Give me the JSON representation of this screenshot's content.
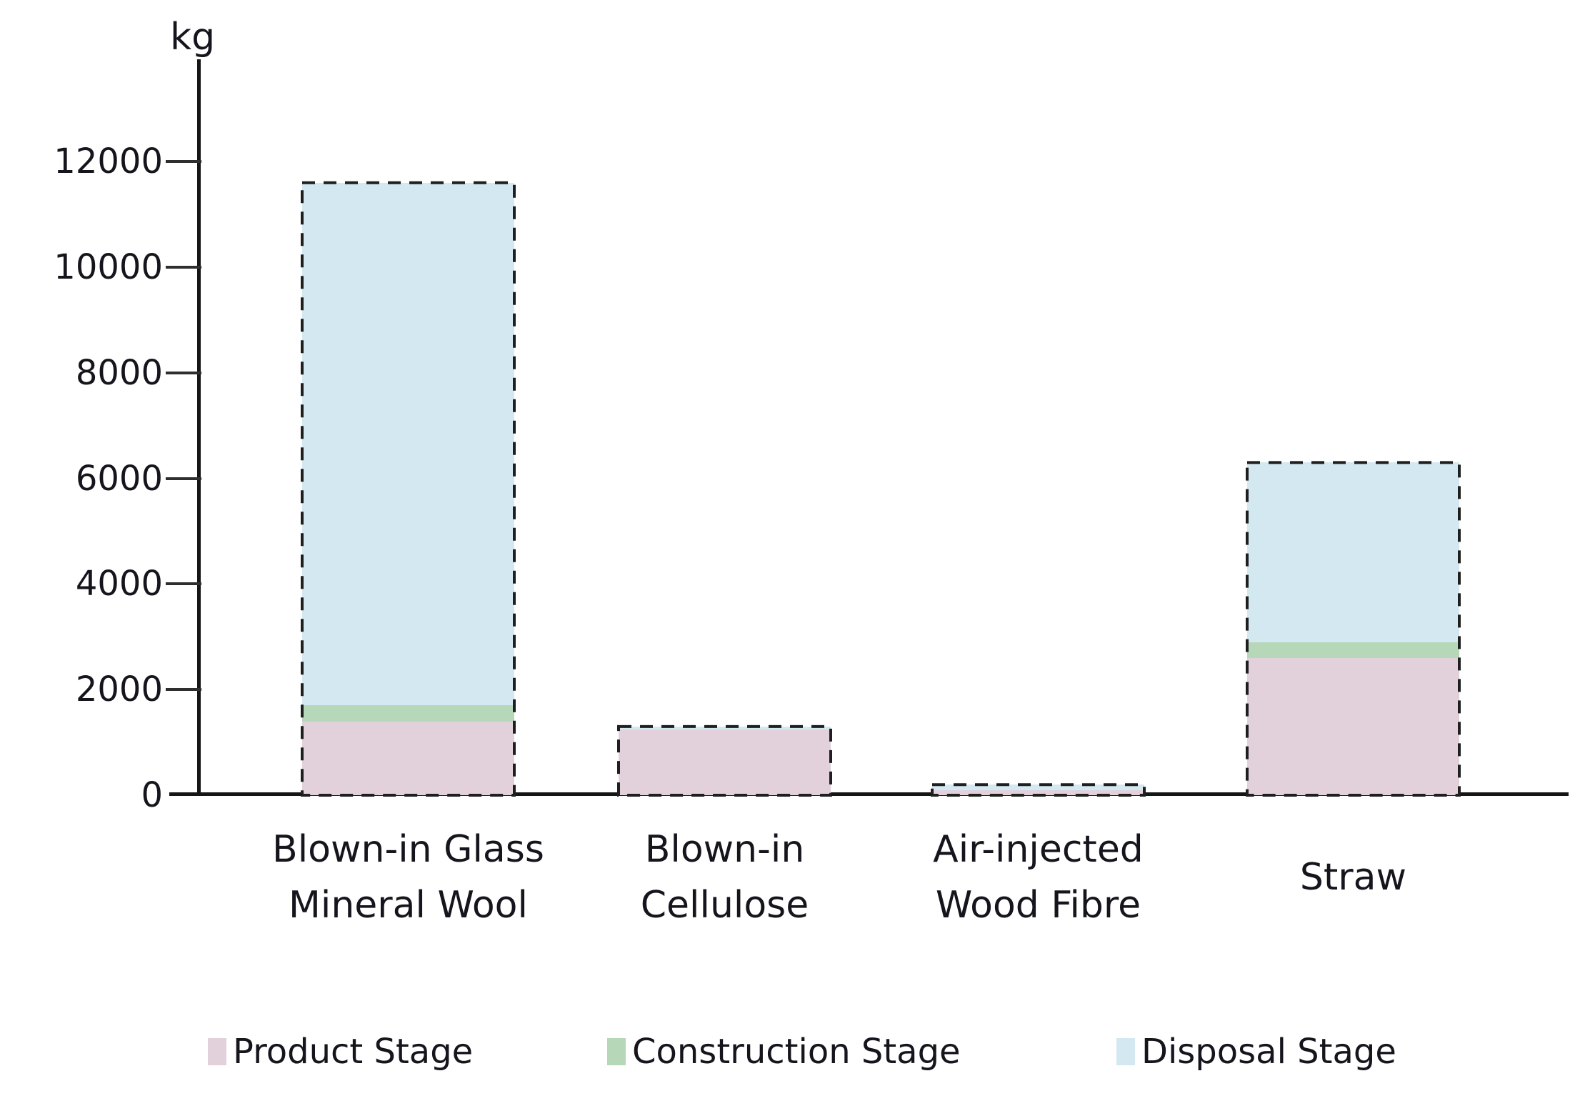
{
  "chart": {
    "unit_label": "kg"
  },
  "chart_data": {
    "type": "bar",
    "stacked": true,
    "title": "",
    "ylabel": "kg",
    "xlabel": "",
    "yticks": [
      0,
      2000,
      4000,
      6000,
      8000,
      10000,
      12000
    ],
    "ylim": [
      0,
      13400
    ],
    "grid": false,
    "legend_position": "bottom",
    "bar_outline_style": "black dashed",
    "categories": [
      "Blown-in Glass Mineral Wool",
      "Blown-in Cellulose",
      "Air-injected Wood Fibre",
      "Straw"
    ],
    "categories_lines": [
      [
        "Blown-in Glass",
        "Mineral Wool"
      ],
      [
        "Blown-in",
        "Cellulose"
      ],
      [
        "Air-injected",
        "Wood Fibre"
      ],
      [
        "Straw"
      ]
    ],
    "series": [
      {
        "name": "Product Stage",
        "color": "#e2d1db",
        "values": [
          1400,
          1250,
          100,
          2600
        ]
      },
      {
        "name": "Construction Stage",
        "color": "#b7d8b8",
        "values": [
          300,
          0,
          0,
          300
        ]
      },
      {
        "name": "Disposal Stage",
        "color": "#d4e8f1",
        "values": [
          9900,
          50,
          100,
          3400
        ]
      }
    ],
    "totals": [
      11600,
      1300,
      200,
      6300
    ]
  }
}
